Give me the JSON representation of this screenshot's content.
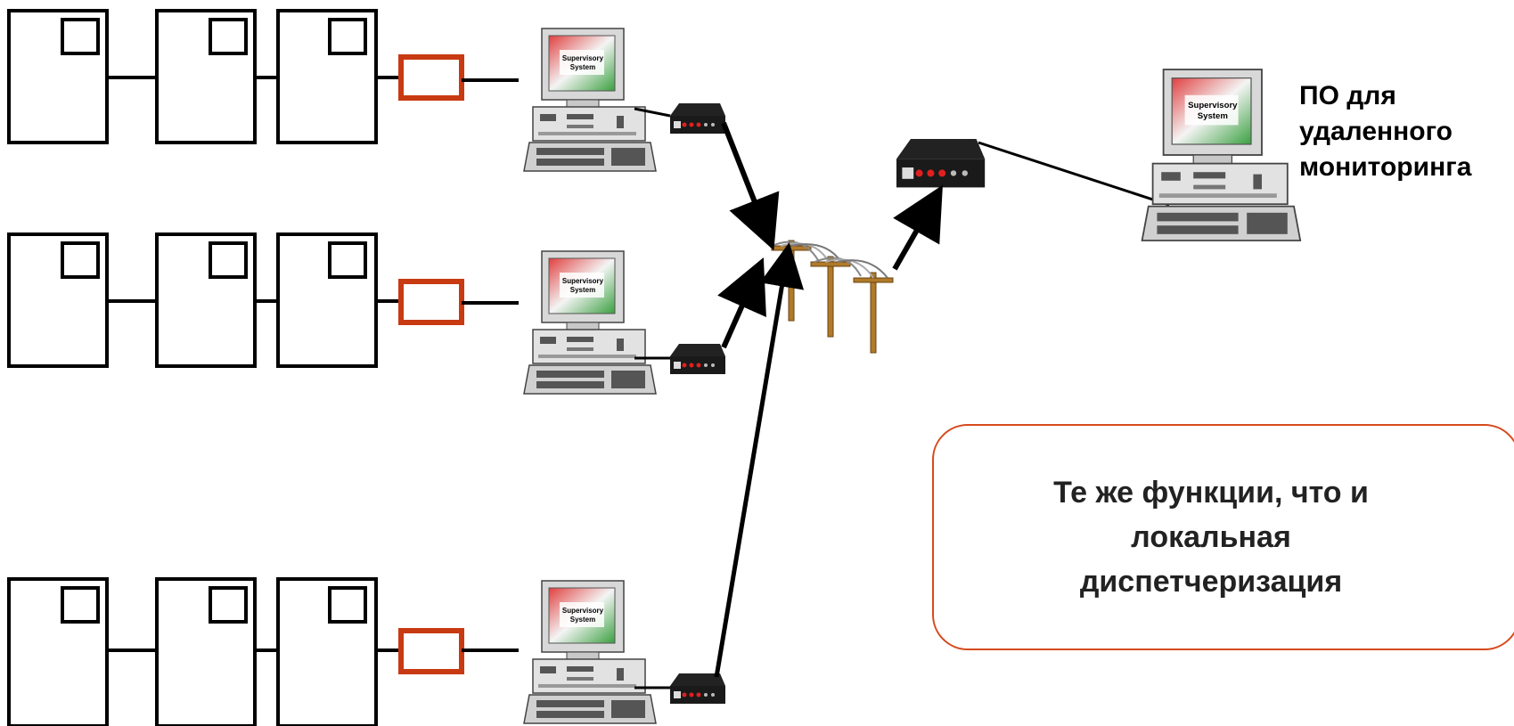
{
  "sites": [
    {
      "pc_screen": [
        "Supervisory",
        "System"
      ]
    },
    {
      "pc_screen": [
        "Supervisory",
        "System"
      ]
    },
    {
      "pc_screen": [
        "Supervisory",
        "System"
      ]
    }
  ],
  "remote": {
    "pc_screen": [
      "Supervisory",
      "System"
    ],
    "label": [
      "ПО для",
      "удаленного",
      "мониторинга"
    ]
  },
  "callout": {
    "lines": [
      "Те же функции, что и",
      "локальная",
      "диспетчеризация"
    ]
  },
  "colors": {
    "converter": "#c83a12",
    "pole": "#b07a2a",
    "callout_border": "#d64a1e",
    "line": "#000000"
  }
}
